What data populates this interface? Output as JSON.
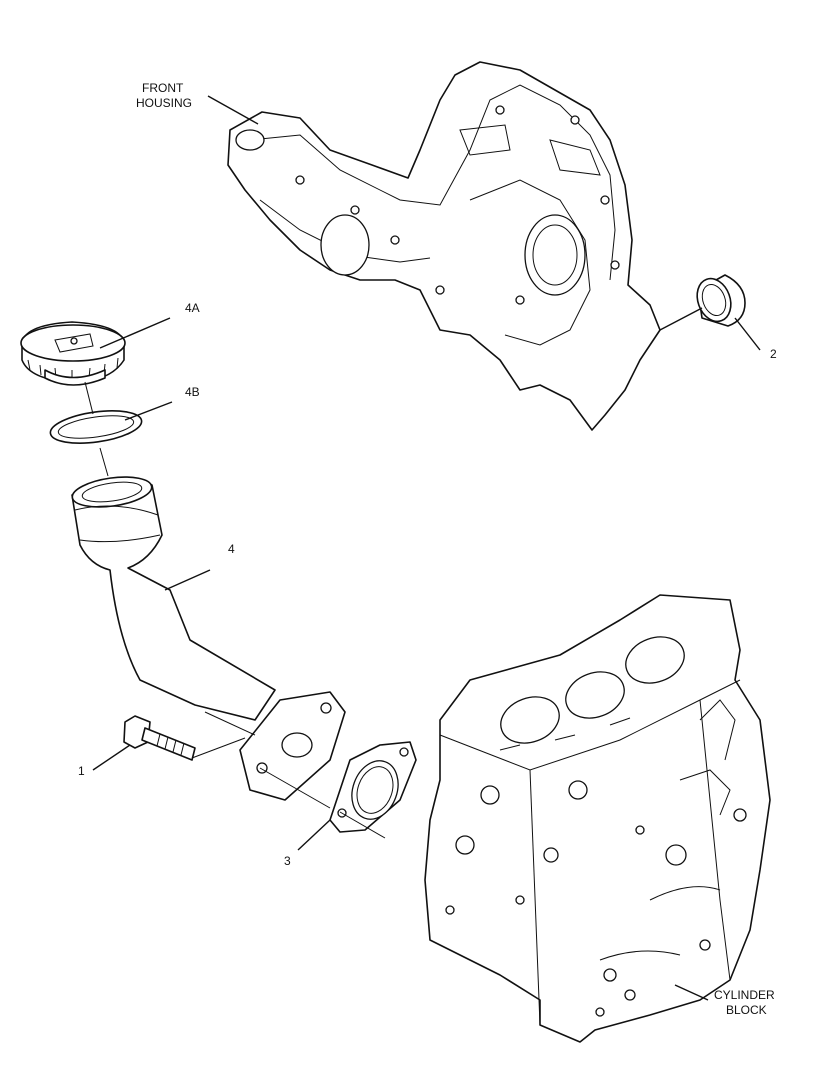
{
  "labels": {
    "front_housing_line1": "FRONT",
    "front_housing_line2": "HOUSING",
    "cylinder_block_line1": "CYLINDER",
    "cylinder_block_line2": "BLOCK",
    "callout_1": "1",
    "callout_2": "2",
    "callout_3": "3",
    "callout_4": "4",
    "callout_4a": "4A",
    "callout_4b": "4B"
  }
}
